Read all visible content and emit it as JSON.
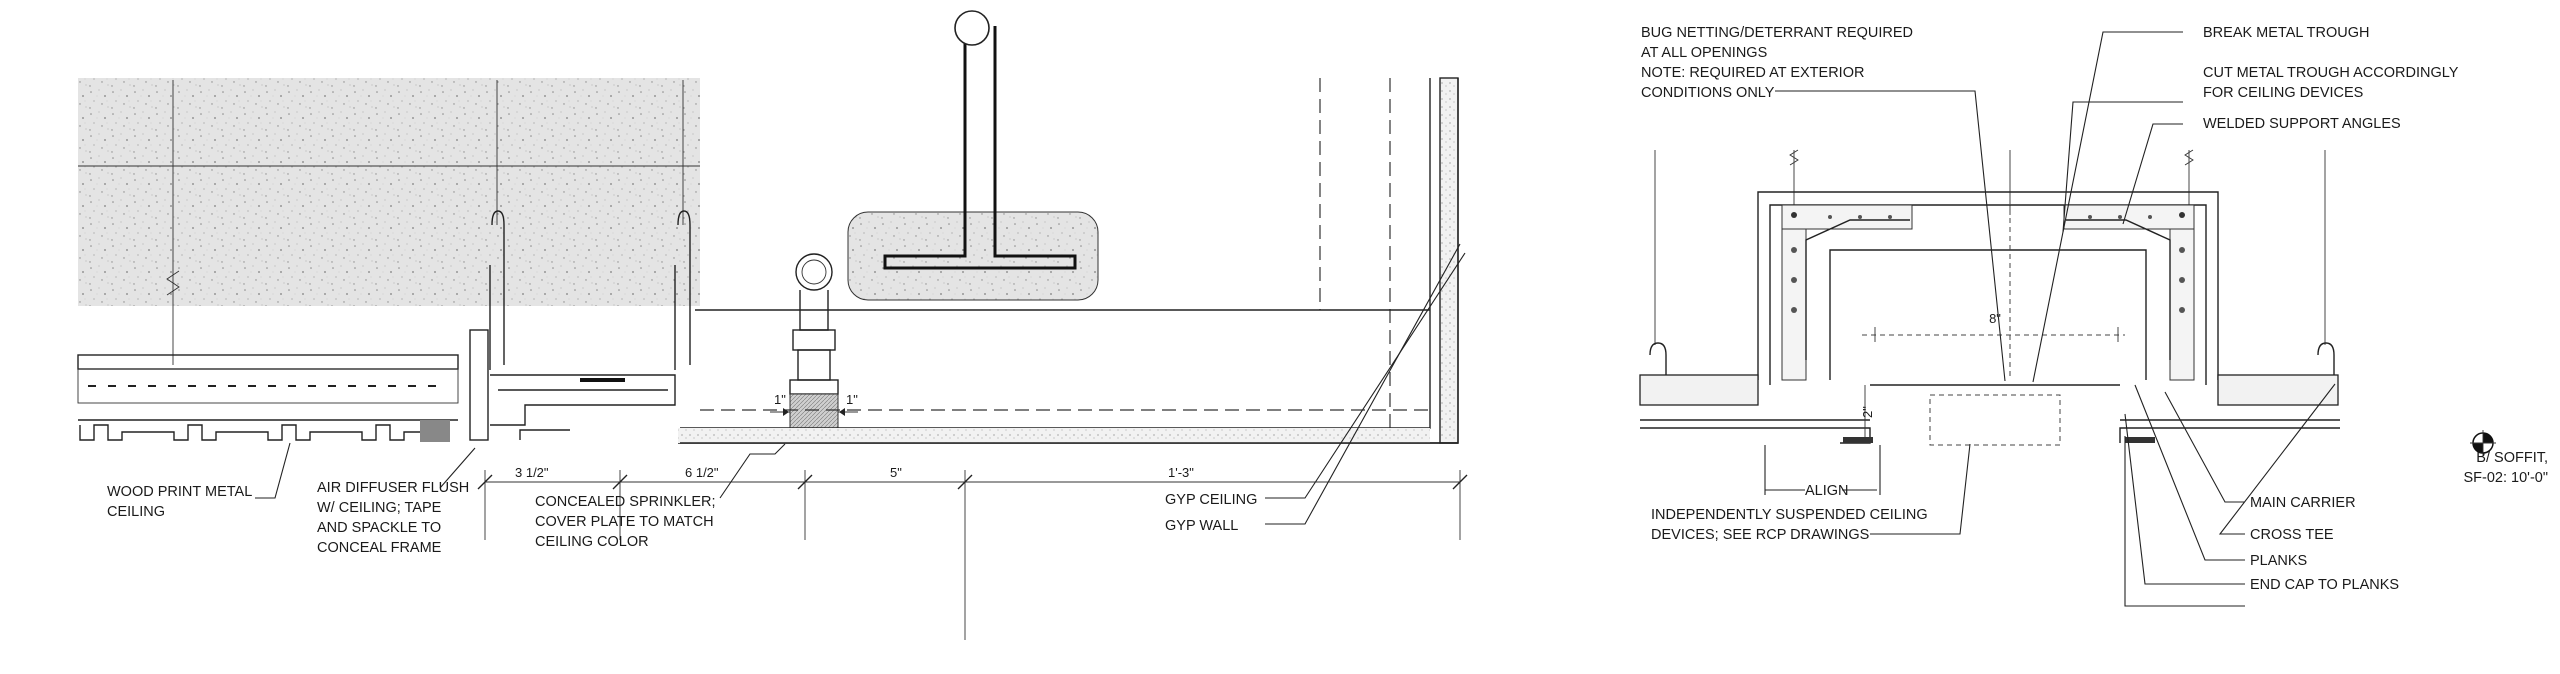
{
  "left_detail": {
    "section_marker": "",
    "labels": {
      "wood_print": [
        "WOOD PRINT METAL",
        "CEILING"
      ],
      "air_diffuser": [
        "AIR DIFFUSER FLUSH",
        "W/ CEILING; TAPE",
        "AND SPACKLE TO",
        "CONCEAL FRAME"
      ],
      "sprinkler": [
        "CONCEALED SPRINKLER;",
        "COVER PLATE TO MATCH",
        "CEILING COLOR"
      ],
      "gyp_ceiling": "GYP CEILING",
      "gyp_wall": "GYP WALL"
    },
    "dimensions": {
      "d1": "3 1/2\"",
      "d2": "6 1/2\"",
      "d3": "5\"",
      "d4": "1'-3\"",
      "gap_left": "1\"",
      "gap_right": "1\""
    }
  },
  "right_detail": {
    "labels": {
      "bug_netting": [
        "BUG NETTING/DETERRANT REQUIRED",
        "AT ALL OPENINGS",
        "NOTE: REQUIRED AT EXTERIOR",
        "CONDITIONS ONLY"
      ],
      "break_metal": "BREAK METAL TROUGH",
      "cut_metal": [
        "CUT METAL TROUGH ACCORDINGLY",
        "FOR CEILING DEVICES"
      ],
      "welded": "WELDED SUPPORT ANGLES",
      "align": "ALIGN",
      "independent": [
        "INDEPENDENTLY SUSPENDED CEILING",
        "DEVICES; SEE RCP DRAWINGS"
      ],
      "soffit": [
        "B/ SOFFIT,",
        "SF-02:  10'-0\""
      ],
      "main_carrier": "MAIN CARRIER",
      "cross_tee": "CROSS TEE",
      "planks": "PLANKS",
      "end_cap": "END CAP TO PLANKS"
    },
    "dimensions": {
      "width": "8\"",
      "depth": "2\""
    }
  }
}
